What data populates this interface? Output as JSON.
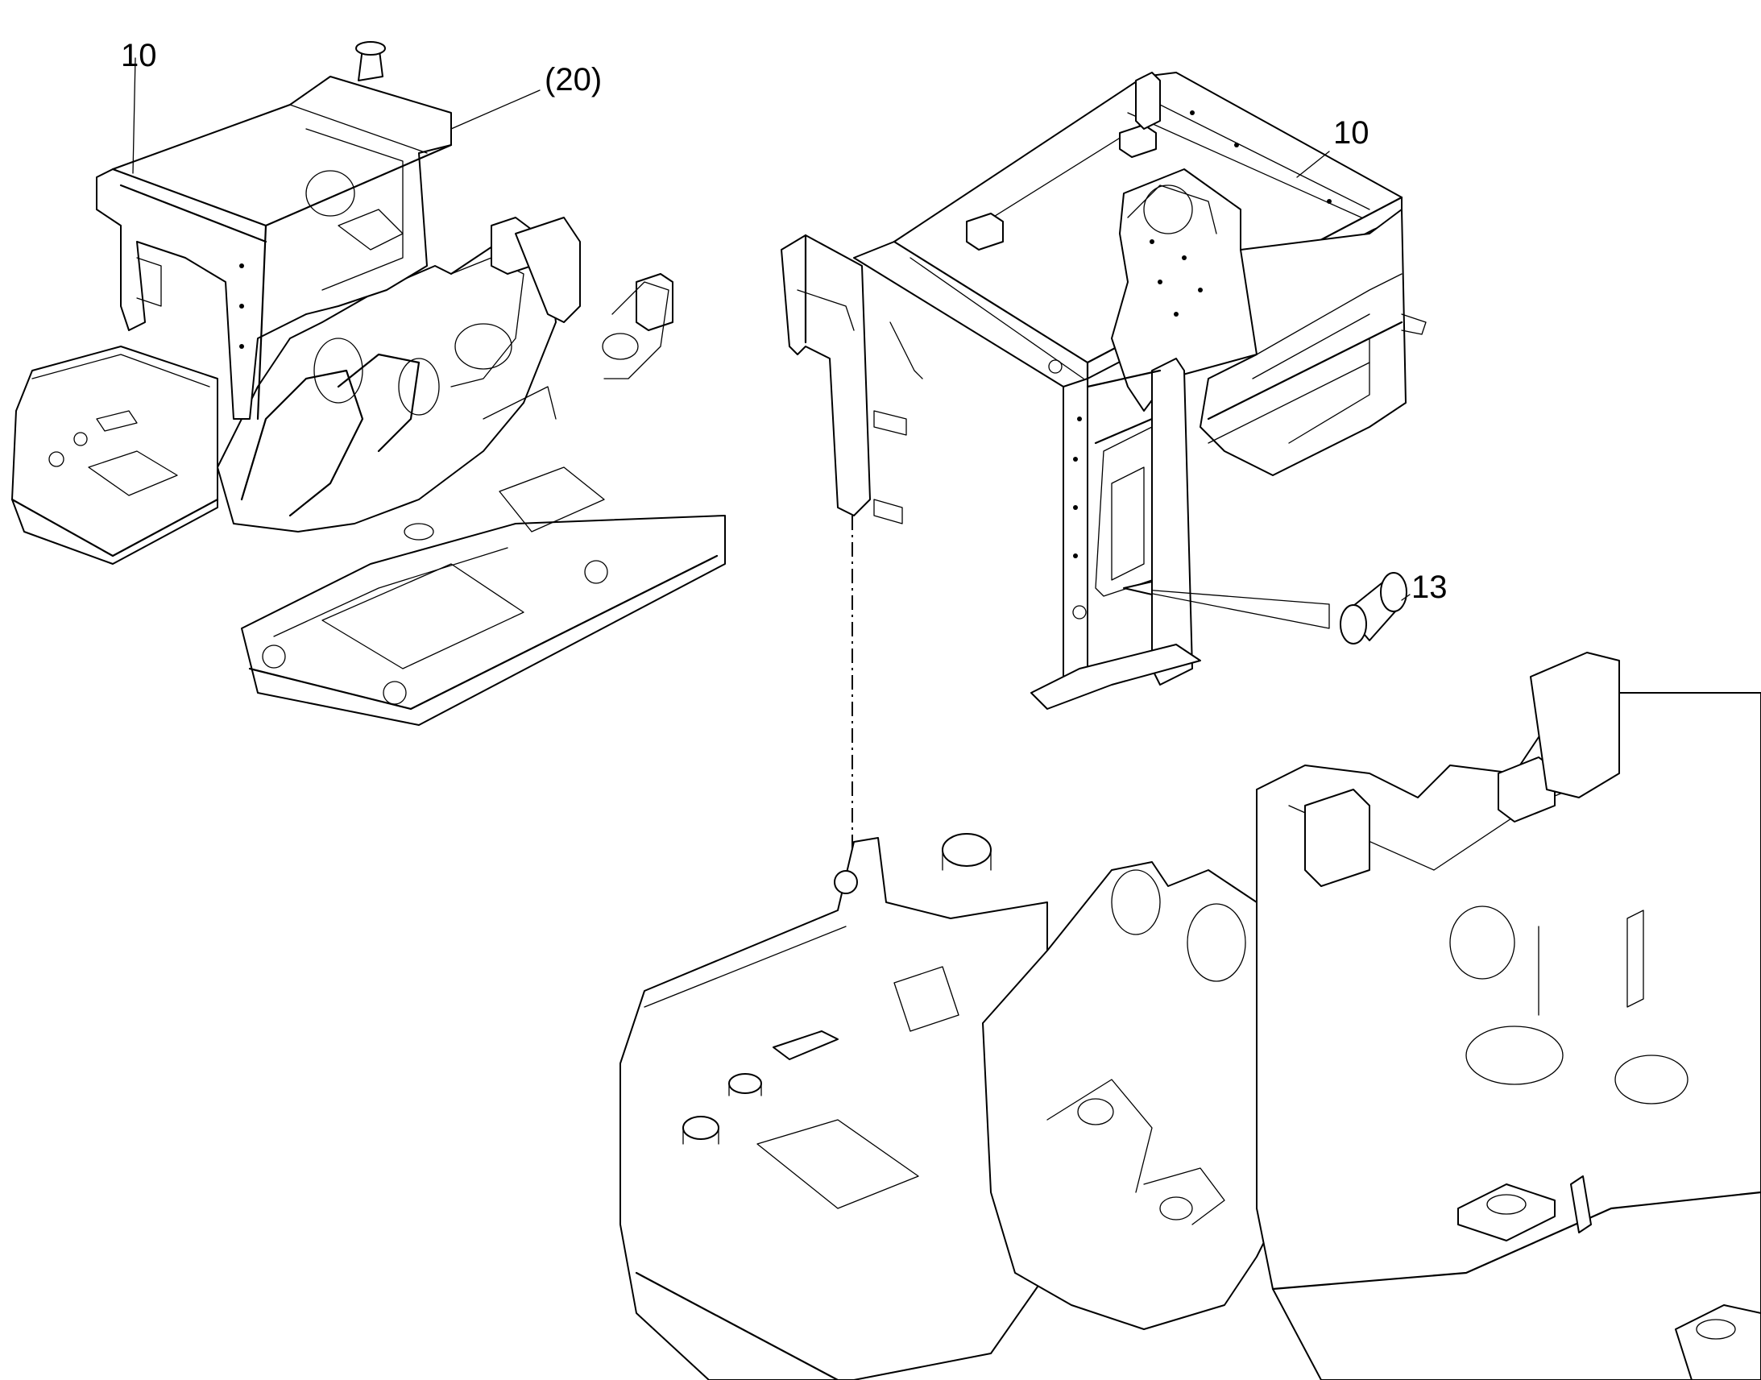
{
  "colors": {
    "line": "#000000",
    "background": "#ffffff"
  },
  "overview": {
    "callout_frame": "10",
    "callout_reference": "(20)"
  },
  "detail": {
    "callout_frame": "10",
    "callout_part": "13"
  }
}
